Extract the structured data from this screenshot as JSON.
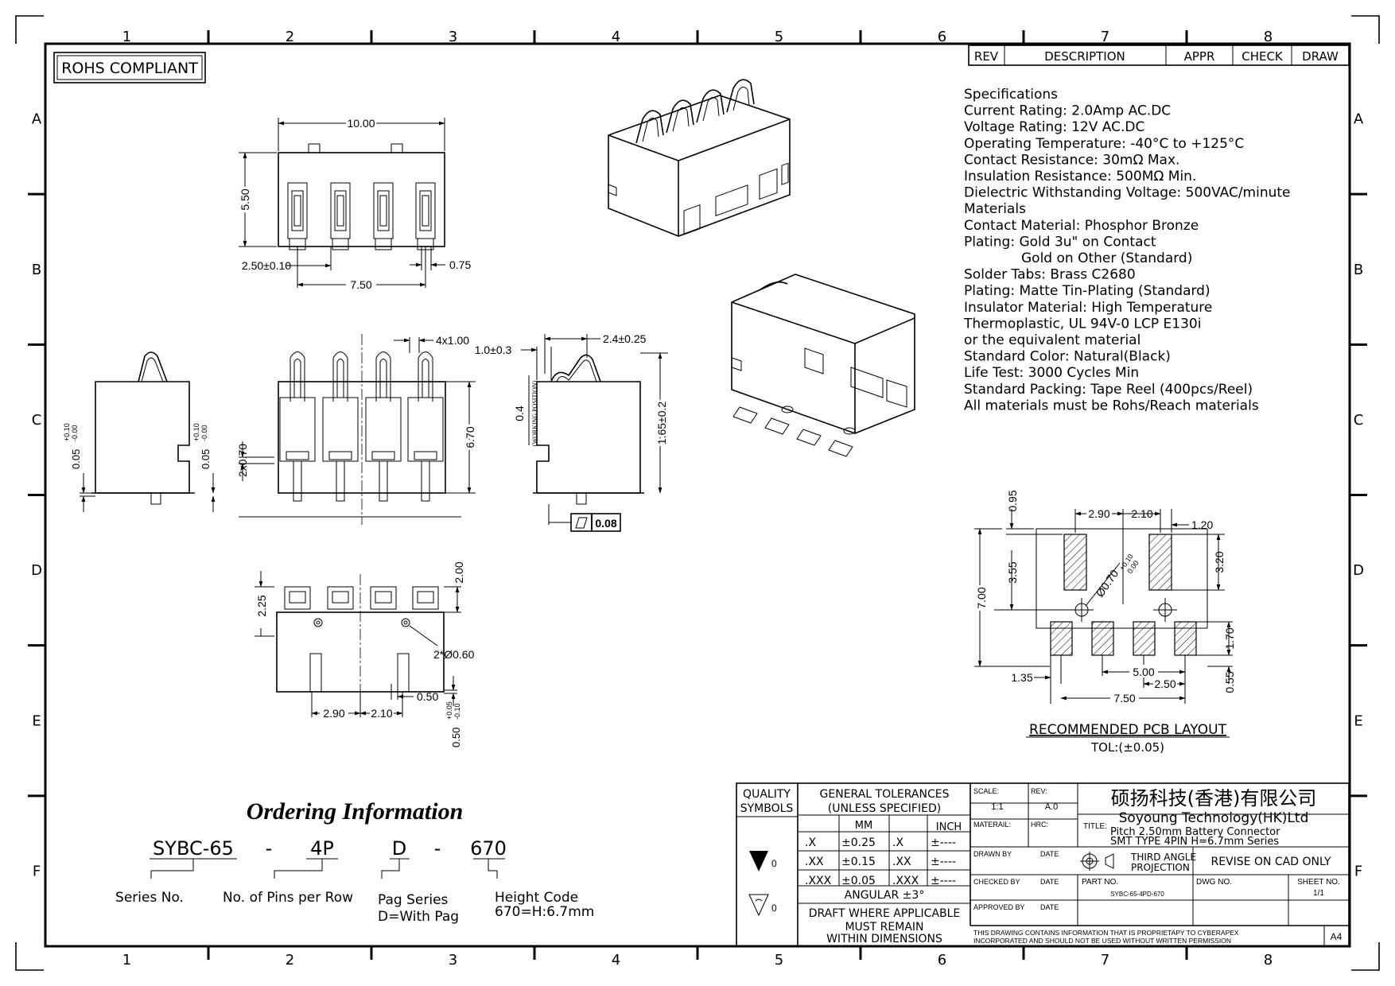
{
  "zone_columns": [
    "1",
    "2",
    "3",
    "4",
    "5",
    "6",
    "7",
    "8"
  ],
  "zone_rows": [
    "A",
    "B",
    "C",
    "D",
    "E",
    "F"
  ],
  "rohs_label": "ROHS COMPLIANT",
  "revision_table": {
    "rev": "REV",
    "description": "DESCRIPTION",
    "appr": "APPR",
    "check": "CHECK",
    "draw": "DRAW"
  },
  "specifications": [
    "Specifications",
    "Current Rating: 2.0Amp AC.DC",
    "Voltage Rating: 12V AC.DC",
    "Operating Temperature: -40°C to +125°C",
    "Contact Resistance: 30mΩ Max.",
    "Insulation Resistance: 500MΩ Min.",
    "Dielectric Withstanding Voltage: 500VAC/minute",
    "Materials",
    "Contact Material: Phosphor Bronze",
    "Plating: Gold 3u\" on Contact",
    "Gold on Other (Standard)",
    "Solder Tabs: Brass C2680",
    "Plating: Matte Tin-Plating (Standard)",
    "Insulator Material: High Temperature",
    "Thermoplastic, UL 94V-0 LCP E130i",
    "or the equivalent material",
    "Standard Color: Natural(Black)",
    "Life Test: 3000 Cycles Min",
    "Standard Packing: Tape Reel (400pcs/Reel)",
    "All materials must be Rohs/Reach materials"
  ],
  "dims_top": {
    "width": "10.00",
    "height": "5.50",
    "pitch": "2.50±0.10",
    "span": "7.50",
    "pin": "0.75"
  },
  "dims_front": {
    "pins": "4x1.00",
    "tabs": "2x0.70",
    "height": "6.70"
  },
  "dims_left": {
    "left": "0.05+0.10\n-0.00",
    "l1": "0.05",
    "l2": "+0.10",
    "l3": "-0.00"
  },
  "dims_side": {
    "spring": "2.4±0.25",
    "gap": "1.0±0.3",
    "travel": "0.4",
    "working": "(WORKING POSITION)",
    "height": "1.65±0.2",
    "flatness": "0.08"
  },
  "dims_bottom": {
    "d1": "2.00",
    "d2": "2.25",
    "holes": "2*Ø0.60",
    "a": "2.90",
    "b": "2.10",
    "c": "0.50",
    "e": "0.50+0.05\n-0.10",
    "e1": "0.50",
    "e2": "+0.05",
    "e3": "-0.10"
  },
  "pcb": {
    "title": "RECOMMENDED PCB LAYOUT",
    "tol": "TOL:(±0.05)",
    "d095": "0.95",
    "d290": "2.90",
    "d210": "2.10",
    "d120": "1.20",
    "d320": "3.20",
    "d355": "3.55",
    "d700": "7.00",
    "hole": "Ø0.70",
    "hole_tol1": "+0.10",
    "hole_tol2": "0.00",
    "d170": "1.70",
    "d135": "1.35",
    "d500": "5.00",
    "d250": "2.50",
    "d055": "0.55",
    "d750": "7.50"
  },
  "ordering": {
    "title": "Ordering Information",
    "series": "SYBC-65",
    "dash1": "-",
    "pins": "4P",
    "pag": "D",
    "dash2": "-",
    "height": "670",
    "series_label": "Series No.",
    "pins_label": "No. of Pins per Row",
    "pag_label1": "Pag Series",
    "pag_label2": "D=With Pag",
    "height_label1": "Height Code",
    "height_label2": "670=H:6.7mm"
  },
  "title_block": {
    "quality1": "QUALITY",
    "quality2": "SYMBOLS",
    "gt1": "GENERAL TOLERANCES",
    "gt2": "(UNLESS SPECIFIED)",
    "mm": "MM",
    "inch": "INCH",
    "rows": [
      [
        ".X",
        "±0.25",
        ".X",
        "±----"
      ],
      [
        ".XX",
        "±0.15",
        ".XX",
        "±----"
      ],
      [
        ".XXX",
        "±0.05",
        ".XXX",
        "±----"
      ]
    ],
    "angular": "ANGULAR ±3°",
    "draft1": "DRAFT WHERE APPLICABLE",
    "draft2": "MUST REMAIN",
    "draft3": "WITHIN DIMENSIONS",
    "sym1": "0",
    "sym2": "0",
    "scale_label": "SCALE:",
    "scale": "1:1",
    "rev_label": "REV:",
    "rev": "A.0",
    "material": "MATERAIL:",
    "hrc": "HRC:",
    "drawn": "DRAWN BY",
    "checked": "CHECKED BY",
    "approved": "APPROVED BY",
    "date": "DATE",
    "company_cn": "硕扬科技(香港)有限公司",
    "company_en": "Soyoung Technology(HK)Ltd",
    "title_label": "TITLE:",
    "title1": "Pitch 2.50mm Battery Connector",
    "title2": "SMT TYPE 4PIN H=6.7mm Series",
    "projection1": "THIRD ANGLE",
    "projection2": "PROJECTION",
    "revise": "REVISE ON CAD ONLY",
    "part_label": "PART NO.",
    "part": "SYBC-65-4PD-670",
    "dwg": "DWG NO.",
    "sheet_label": "SHEET NO.",
    "sheet": "1/1",
    "notice1": "THIS DRAWING CONTAINS INFORMATION THAT IS PROPRIETAPY TO CYBERAPEX",
    "notice2": "INCORPORATED AND SHOULD NOT BE USED WITHOUT WRITTEN PERMISSION",
    "size": "A4"
  }
}
